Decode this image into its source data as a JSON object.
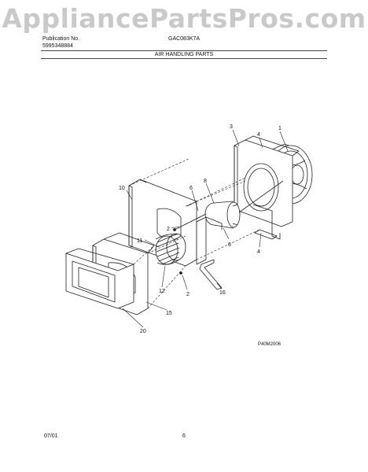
{
  "watermark": "AppliancePartsPros.com",
  "header": {
    "publication_label": "Publication No.",
    "publication_number": "5995348884",
    "model": "GAC083K7A",
    "section_title": "AIR HANDLING PARTS"
  },
  "callouts": {
    "c1": "1",
    "c3": "3",
    "c4a": "4",
    "c4b": "4",
    "c6a": "6",
    "c6b": "6",
    "c8": "8",
    "c10": "10",
    "c2a": "2",
    "c2b": "2",
    "c11": "11",
    "c12": "12",
    "c15": "15",
    "c16": "16",
    "c20": "20"
  },
  "figure_code": "P40M2006",
  "footer": {
    "date": "07/01",
    "page": "6"
  }
}
